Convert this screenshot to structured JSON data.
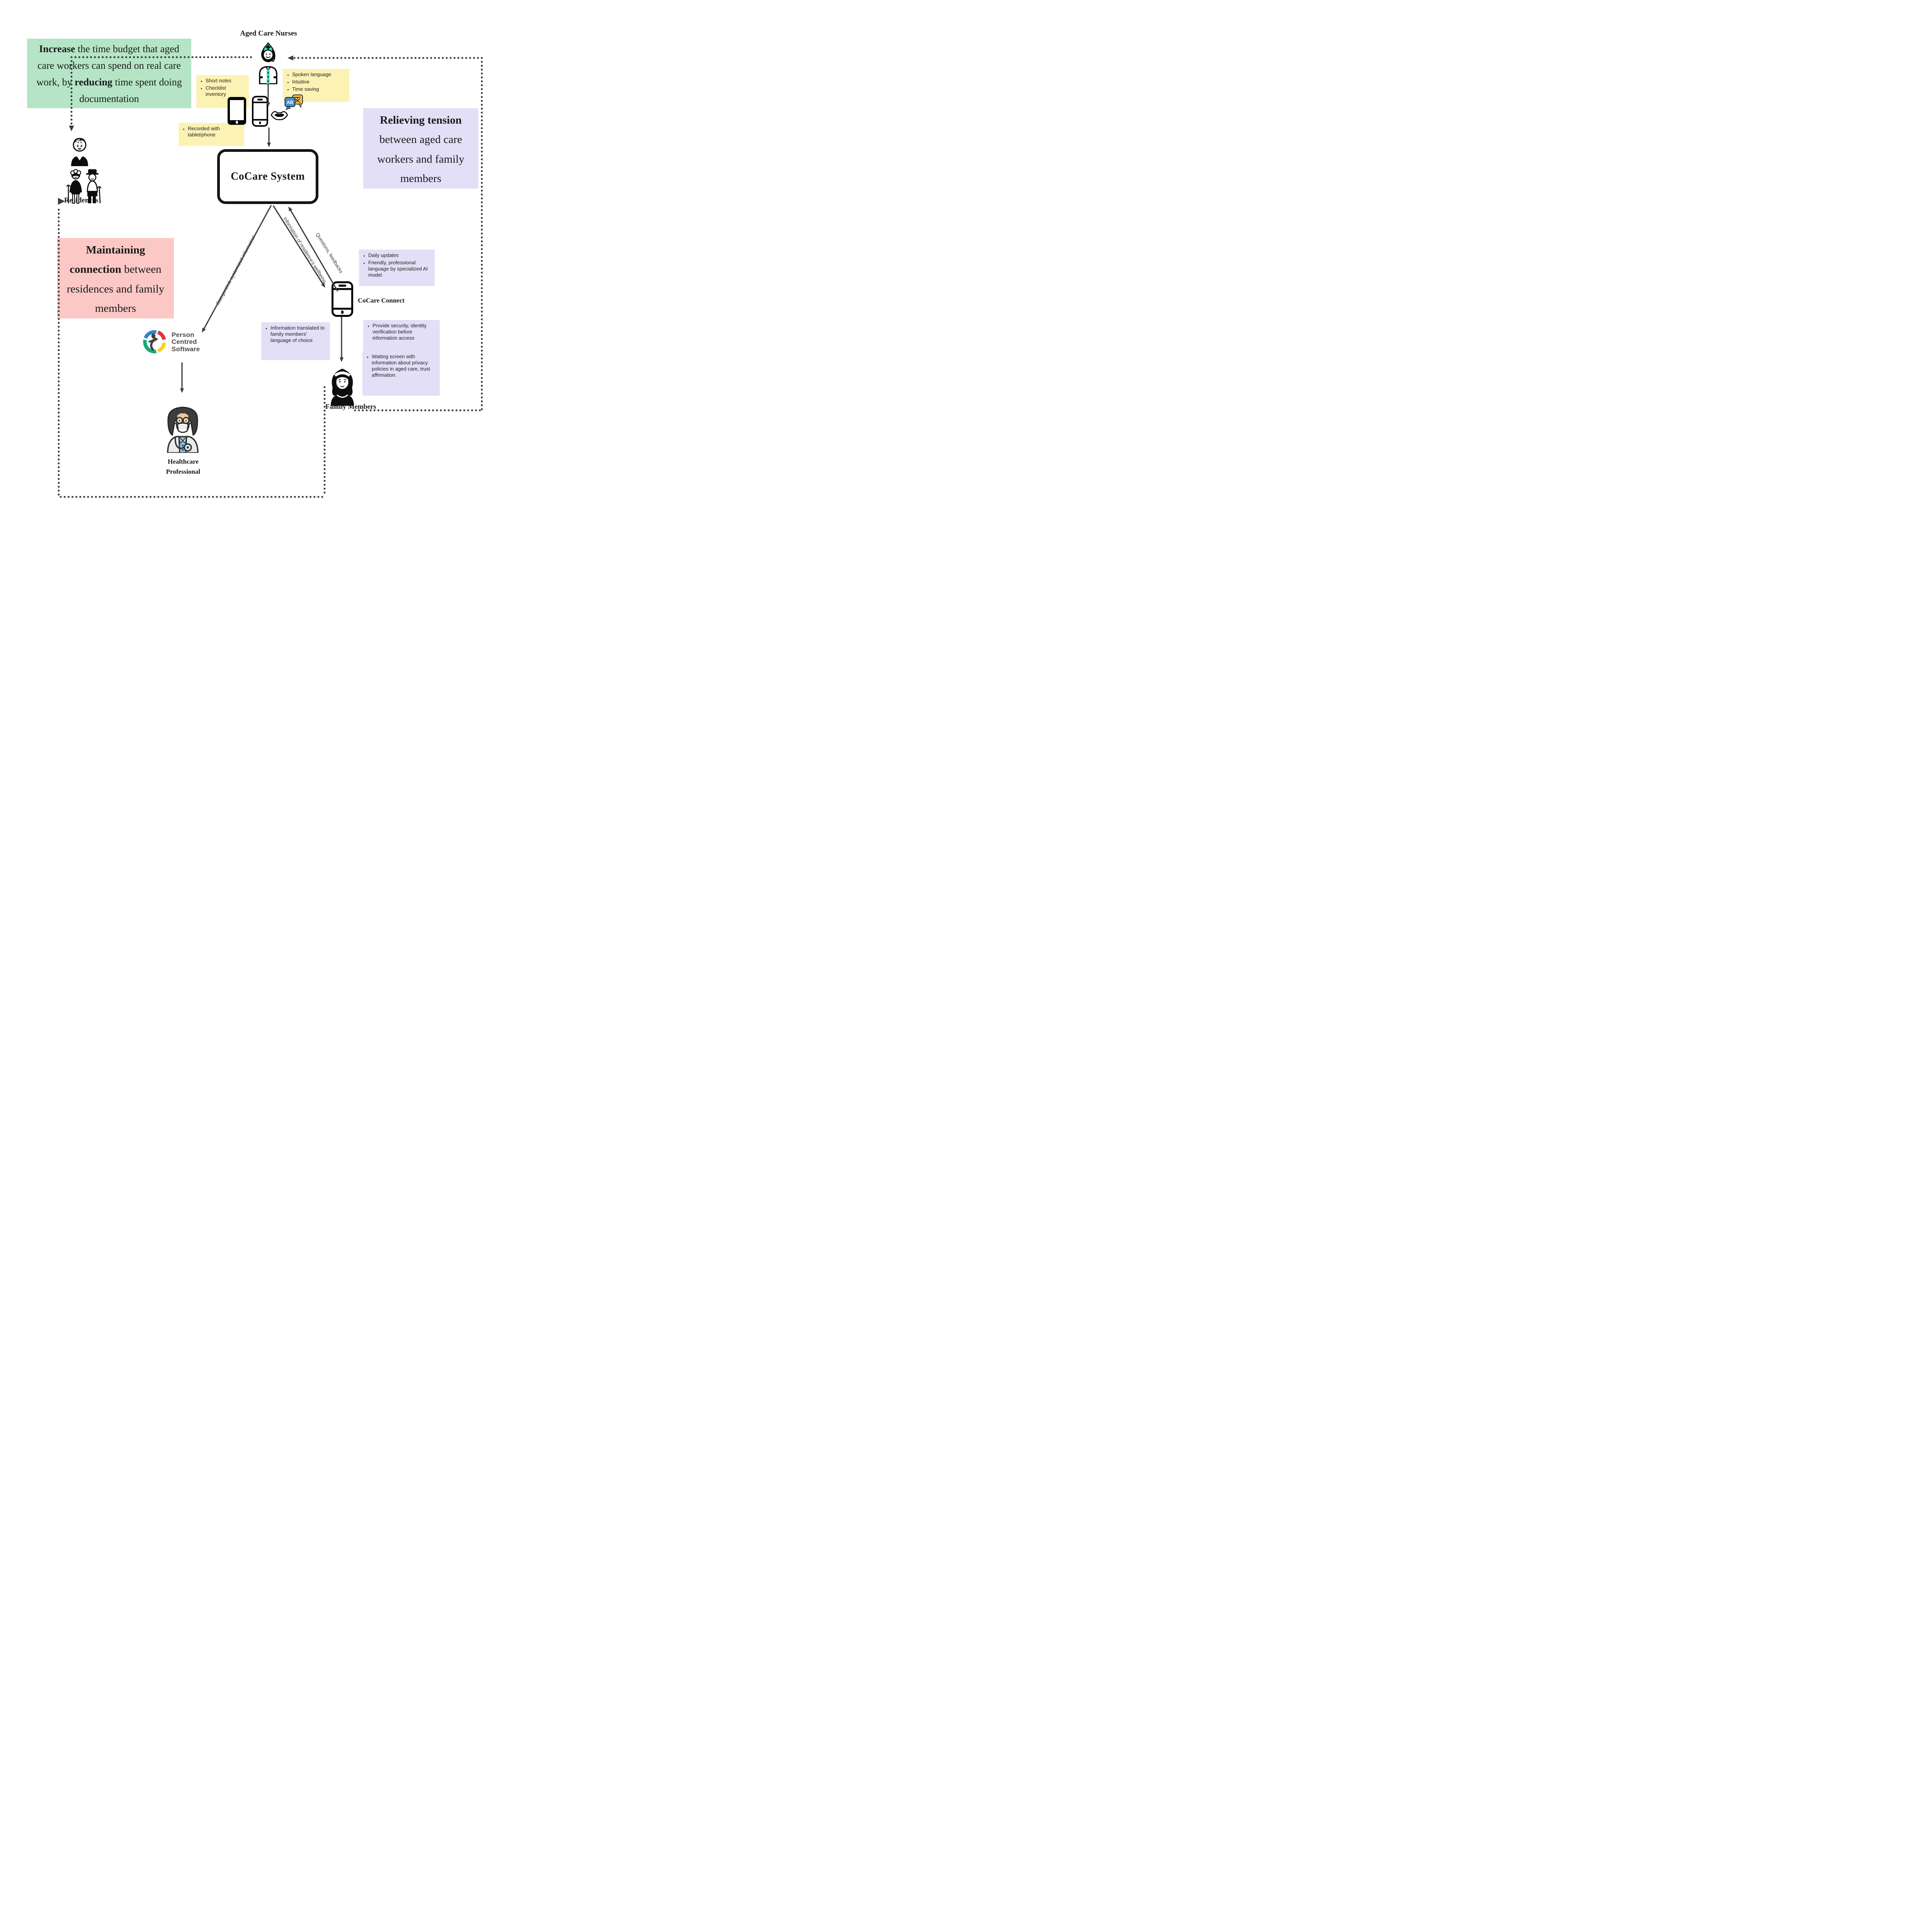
{
  "colors": {
    "green_note": "#b5e5c6",
    "yellow_note": "#fbf2b4",
    "purple_note": "#e3dff7",
    "pink_note": "#fcc8c5",
    "teal_accent": "#2fe0c0",
    "line": "#3d3d3d",
    "translate_blue": "#418fd0",
    "translate_yellow": "#f3c14e",
    "pcs_blue": "#2e86c9",
    "pcs_red": "#e23140",
    "pcs_yellow": "#f5d320",
    "pcs_green": "#19a875"
  },
  "goals": {
    "increase": {
      "bold1": "Increase",
      "text1": " the time budget that aged care workers can spend on real care work, by ",
      "bold2": "reducing",
      "text2": " time spent doing documentation"
    },
    "relieving": {
      "bold": "Relieving tension",
      "text": " between aged care workers and family members"
    },
    "maintaining": {
      "bold": "Maintaining connection",
      "text": " between residences and family members"
    }
  },
  "system": {
    "label": "CoCare System"
  },
  "connect": {
    "label": "CoCare Connect"
  },
  "actors": {
    "nurses": "Aged Care Nurses",
    "residences": "Residences",
    "family": "Family Members",
    "healthcare": "Healthcare Professional"
  },
  "pcs": {
    "name": [
      "Person",
      "Centred",
      "Software"
    ]
  },
  "notes": {
    "nurse_input": [
      "Short notes",
      "Checklist inventory"
    ],
    "nurse_benefits": [
      "Spoken language",
      "Intuitive",
      "Time saving"
    ],
    "recording": [
      "Recorded with tablet/phone"
    ],
    "daily": [
      "Daily updates",
      "Friendly, professional language by specialized AI model"
    ],
    "security": [
      "Provide security, identity verification before information access"
    ],
    "waiting": [
      "Waiting screen with information about privacy policies in aged care, trust affirmation."
    ],
    "translated": [
      "Information translated to family members' language of choice"
    ]
  },
  "edges": {
    "categorized": "Categorized, systemized information",
    "wellbeing": "Information of residence's wellbeing",
    "questions": "Questions, feedbacks"
  },
  "translate_icon_text": "AB"
}
